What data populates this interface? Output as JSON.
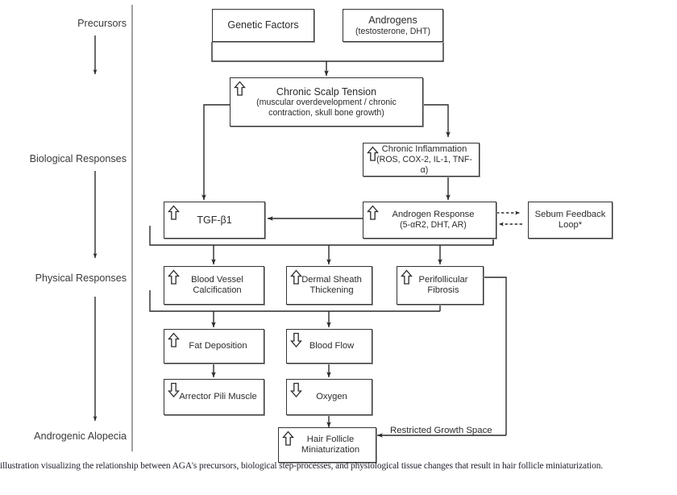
{
  "title": "Androgenic Alopecia Pathway Flowchart",
  "colors": {
    "box_border": "#333333",
    "box_shadow": "#9a9a9a",
    "line": "#2b2b2b",
    "text": "#2b2b2b",
    "divider": "#6e6e6e",
    "background": "#ffffff"
  },
  "stages": [
    {
      "label": "Precursors",
      "name": "stage-precursors"
    },
    {
      "label": "Biological Responses",
      "name": "stage-biological-responses"
    },
    {
      "label": "Physical Responses",
      "name": "stage-physical-responses"
    },
    {
      "label": "Androgenic Alopecia",
      "name": "stage-androgenic-alopecia"
    }
  ],
  "nodes": {
    "genetic_factors": {
      "label": "Genetic Factors",
      "sub": "",
      "dir": "none"
    },
    "androgens": {
      "label": "Androgens",
      "sub": "(testosterone, DHT)",
      "dir": "none"
    },
    "chronic_scalp_tension": {
      "label": "Chronic Scalp Tension",
      "sub": "(muscular overdevelopment / chronic contraction, skull bone growth)",
      "dir": "up"
    },
    "chronic_inflammation": {
      "label": "Chronic Inflammation",
      "sub": "(ROS, COX-2, IL-1, TNF-α)",
      "dir": "up"
    },
    "tgf_beta1": {
      "label": "TGF-β1",
      "sub": "",
      "dir": "up"
    },
    "androgen_response": {
      "label": "Androgen Response",
      "sub": "(5-αR2, DHT, AR)",
      "dir": "up"
    },
    "sebum_feedback_loop": {
      "label": "Sebum Feedback Loop*",
      "sub": "",
      "dir": "none"
    },
    "blood_vessel_calcification": {
      "label": "Blood Vessel Calcification",
      "sub": "",
      "dir": "up"
    },
    "dermal_sheath_thickening": {
      "label": "Dermal Sheath Thickening",
      "sub": "",
      "dir": "up"
    },
    "perifollicular_fibrosis": {
      "label": "Perifollicular Fibrosis",
      "sub": "",
      "dir": "up"
    },
    "fat_deposition": {
      "label": "Fat Deposition",
      "sub": "",
      "dir": "up"
    },
    "blood_flow": {
      "label": "Blood Flow",
      "sub": "",
      "dir": "down"
    },
    "arrector_pili_muscle": {
      "label": "Arrector Pili Muscle",
      "sub": "",
      "dir": "down"
    },
    "oxygen": {
      "label": "Oxygen",
      "sub": "",
      "dir": "down"
    },
    "hair_follicle_miniaturization": {
      "label": "Hair Follicle Miniaturization",
      "sub": "",
      "dir": "up"
    }
  },
  "edge_labels": {
    "restricted_growth_space": "Restricted Growth Space"
  },
  "caption": "illustration visualizing the relationship between AGA's precursors, biological step-processes, and physiological tissue changes that result in hair follicle miniaturization."
}
